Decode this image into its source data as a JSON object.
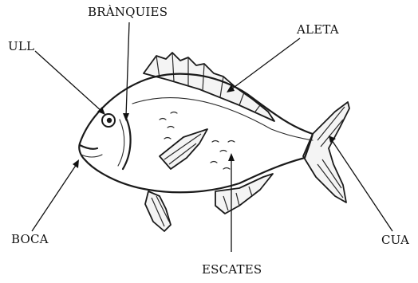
{
  "labels": {
    "ull": "ULL",
    "branquies": "BRÀNQUIES",
    "aleta": "ALETA",
    "boca": "BOCA",
    "escates": "ESCATES",
    "cua": "CUA"
  }
}
